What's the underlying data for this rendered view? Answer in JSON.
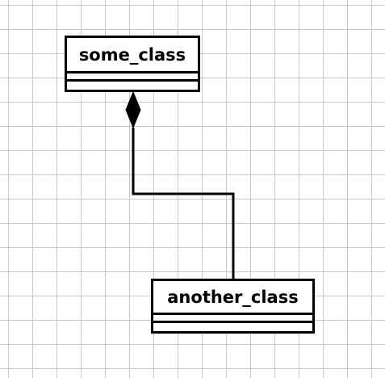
{
  "diagram": {
    "type": "uml-class-diagram",
    "classes": [
      {
        "id": "some_class",
        "name": "some_class",
        "attributes": [],
        "operations": []
      },
      {
        "id": "another_class",
        "name": "another_class",
        "attributes": [],
        "operations": []
      }
    ],
    "relationships": [
      {
        "type": "composition",
        "whole": "some_class",
        "part": "another_class"
      }
    ]
  }
}
